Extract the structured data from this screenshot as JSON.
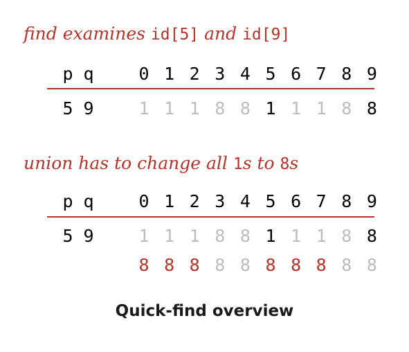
{
  "panel1": {
    "title": {
      "p1": "find examines ",
      "c1": "id[5]",
      "p2": " and ",
      "c2": "id[9]"
    },
    "header": {
      "p": "p",
      "q": "q",
      "indices": [
        "0",
        "1",
        "2",
        "3",
        "4",
        "5",
        "6",
        "7",
        "8",
        "9"
      ]
    },
    "row": {
      "p": "5",
      "q": "9",
      "values": [
        {
          "v": "1",
          "c": "gray"
        },
        {
          "v": "1",
          "c": "gray"
        },
        {
          "v": "1",
          "c": "gray"
        },
        {
          "v": "8",
          "c": "gray"
        },
        {
          "v": "8",
          "c": "gray"
        },
        {
          "v": "1",
          "c": "normal"
        },
        {
          "v": "1",
          "c": "gray"
        },
        {
          "v": "1",
          "c": "gray"
        },
        {
          "v": "8",
          "c": "gray"
        },
        {
          "v": "8",
          "c": "normal"
        }
      ]
    }
  },
  "panel2": {
    "title": {
      "p1": "union has to change all ",
      "c1": "1",
      "p2": "s to ",
      "c2": "8",
      "p3": "s"
    },
    "header": {
      "p": "p",
      "q": "q",
      "indices": [
        "0",
        "1",
        "2",
        "3",
        "4",
        "5",
        "6",
        "7",
        "8",
        "9"
      ]
    },
    "row": {
      "p": "5",
      "q": "9",
      "values": [
        {
          "v": "1",
          "c": "gray"
        },
        {
          "v": "1",
          "c": "gray"
        },
        {
          "v": "1",
          "c": "gray"
        },
        {
          "v": "8",
          "c": "gray"
        },
        {
          "v": "8",
          "c": "gray"
        },
        {
          "v": "1",
          "c": "normal"
        },
        {
          "v": "1",
          "c": "gray"
        },
        {
          "v": "1",
          "c": "gray"
        },
        {
          "v": "8",
          "c": "gray"
        },
        {
          "v": "8",
          "c": "normal"
        }
      ]
    },
    "result": {
      "values": [
        {
          "v": "8",
          "c": "red"
        },
        {
          "v": "8",
          "c": "red"
        },
        {
          "v": "8",
          "c": "red"
        },
        {
          "v": "8",
          "c": "gray"
        },
        {
          "v": "8",
          "c": "gray"
        },
        {
          "v": "8",
          "c": "red"
        },
        {
          "v": "8",
          "c": "red"
        },
        {
          "v": "8",
          "c": "red"
        },
        {
          "v": "8",
          "c": "gray"
        },
        {
          "v": "8",
          "c": "gray"
        }
      ]
    }
  },
  "caption": "Quick-find overview",
  "colors": {
    "accent": "#b5322a",
    "muted": "#bcbcbc",
    "text": "#000000"
  }
}
